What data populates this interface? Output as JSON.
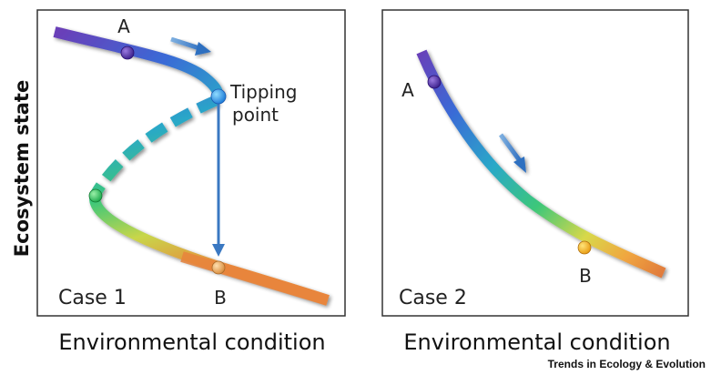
{
  "y_axis_label": "Ecosystem state",
  "x_axis_label": "Environmental condition",
  "credit": "Trends in Ecology & Evolution",
  "panels": [
    {
      "case_label": "Case 1",
      "point_a": "A",
      "point_b": "B",
      "tipping_point_line1": "Tipping",
      "tipping_point_line2": "point"
    },
    {
      "case_label": "Case 2",
      "point_a": "A",
      "point_b": "B"
    }
  ],
  "colors": {
    "gradient": [
      "#6a3fb8",
      "#2f78d6",
      "#2ab0c8",
      "#3cc77a",
      "#c8d64a",
      "#f0a640",
      "#e07a3c"
    ],
    "arrow": "#3a78c2",
    "frame": "#333333"
  }
}
